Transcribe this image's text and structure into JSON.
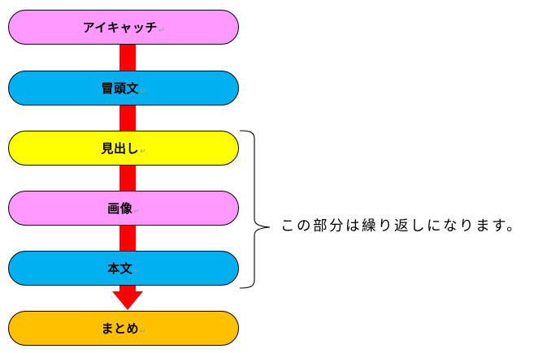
{
  "flow": {
    "steps": [
      {
        "label": "アイキャッチ",
        "color": "#ff99ff"
      },
      {
        "label": "冒頭文",
        "color": "#00b0f0"
      },
      {
        "label": "見出し",
        "color": "#ffff00"
      },
      {
        "label": "画像",
        "color": "#ff99ff"
      },
      {
        "label": "本文",
        "color": "#00b0f0"
      },
      {
        "label": "まとめ",
        "color": "#ffc000"
      }
    ],
    "return_mark": "↵",
    "connector_color": "#ff0000"
  },
  "annotation": {
    "text": "この部分は繰り返しになります。"
  }
}
